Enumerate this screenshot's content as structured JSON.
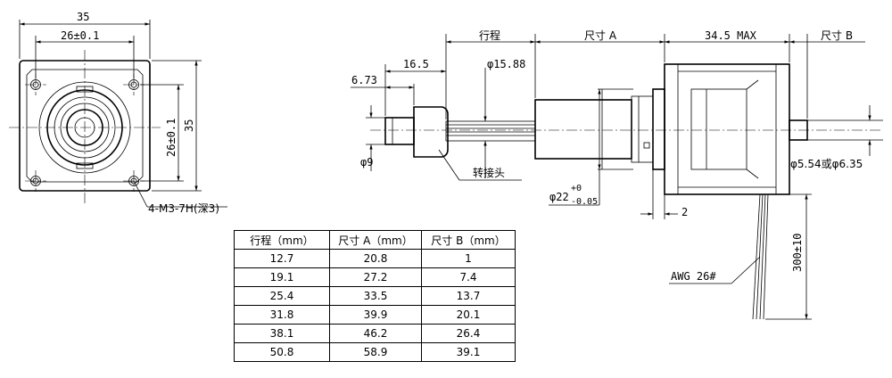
{
  "front_view": {
    "width": "35",
    "hole_spacing_h": "26±0.1",
    "hole_spacing_v": "26±0.1",
    "height": "35",
    "thread_note": "4-M3-7H(深3)"
  },
  "side_view": {
    "stroke": "行程",
    "size_a": "尺寸 A",
    "max_len": "34.5 MAX",
    "size_b": "尺寸 B",
    "len_16_5": "16.5",
    "dia_15_88": "φ15.88",
    "len_6_73": "6.73",
    "dia_9": "φ9",
    "adapter": "转接头",
    "dia_22": "φ22",
    "tol_upper": "+0",
    "tol_lower": "-0.05",
    "len_2": "2",
    "shaft_dia": "φ5.54或φ6.35",
    "lead_len": "300±10",
    "wire": "AWG 26#"
  },
  "spec_table": {
    "headers": [
      "行程（mm）",
      "尺寸 A（mm）",
      "尺寸 B（mm）"
    ],
    "rows": [
      [
        "12.7",
        "20.8",
        "1"
      ],
      [
        "19.1",
        "27.2",
        "7.4"
      ],
      [
        "25.4",
        "33.5",
        "13.7"
      ],
      [
        "31.8",
        "39.9",
        "20.1"
      ],
      [
        "38.1",
        "46.2",
        "26.4"
      ],
      [
        "50.8",
        "58.9",
        "39.1"
      ]
    ]
  }
}
